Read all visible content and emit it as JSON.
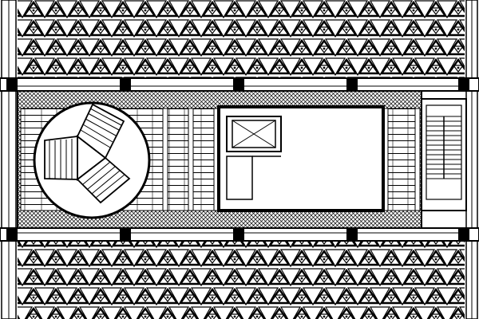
{
  "drawing": {
    "style": "black ink architectural floor plan (line drawing)",
    "colors": {
      "ink": "#000000",
      "paper": "#ffffff"
    },
    "elements": [
      "triangular-lattice-screen-top",
      "triangular-lattice-screen-bottom",
      "beam-bands",
      "structural-columns",
      "service-core",
      "circular-spiral-stair",
      "elevator-shaft",
      "open-room",
      "rectangular-stair"
    ],
    "columns_per_row": 5,
    "circular_stair_flights": 3,
    "text_labels": []
  }
}
